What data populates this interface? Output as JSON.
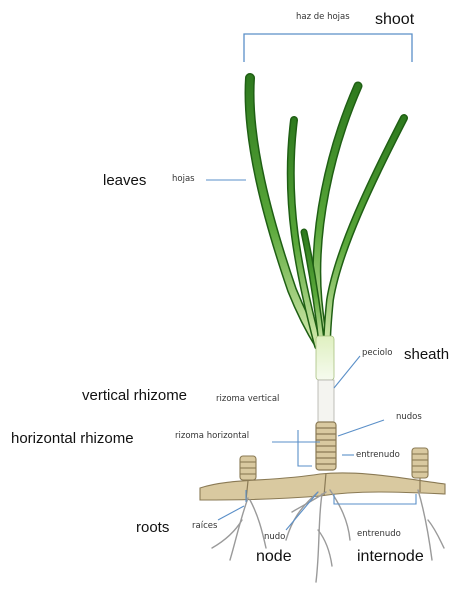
{
  "labels": {
    "shoot_en": "shoot",
    "shoot_es": "haz de hojas",
    "leaves_en": "leaves",
    "leaves_es": "hojas",
    "sheath_en": "sheath",
    "sheath_es": "peciolo",
    "vertical_rhizome_en": "vertical rhizome",
    "vertical_rhizome_es": "rizoma vertical",
    "nodes_es": "nudos",
    "horizontal_rhizome_en": "horizontal rhizome",
    "horizontal_rhizome_es": "rizoma horizontal",
    "internode_es_upper": "entrenudo",
    "roots_en": "roots",
    "roots_es": "raíces",
    "node_en": "node",
    "node_es": "nudo",
    "internode_en": "internode",
    "internode_es": "entrenudo"
  },
  "colors": {
    "leaf_dark": "#2e7a1e",
    "leaf_light": "#cfe6a4",
    "rhizome": "#d9c9a0",
    "rhizome_ring": "#8a7a55",
    "root": "#9a9a9a",
    "leader": "#5a8fc8"
  }
}
